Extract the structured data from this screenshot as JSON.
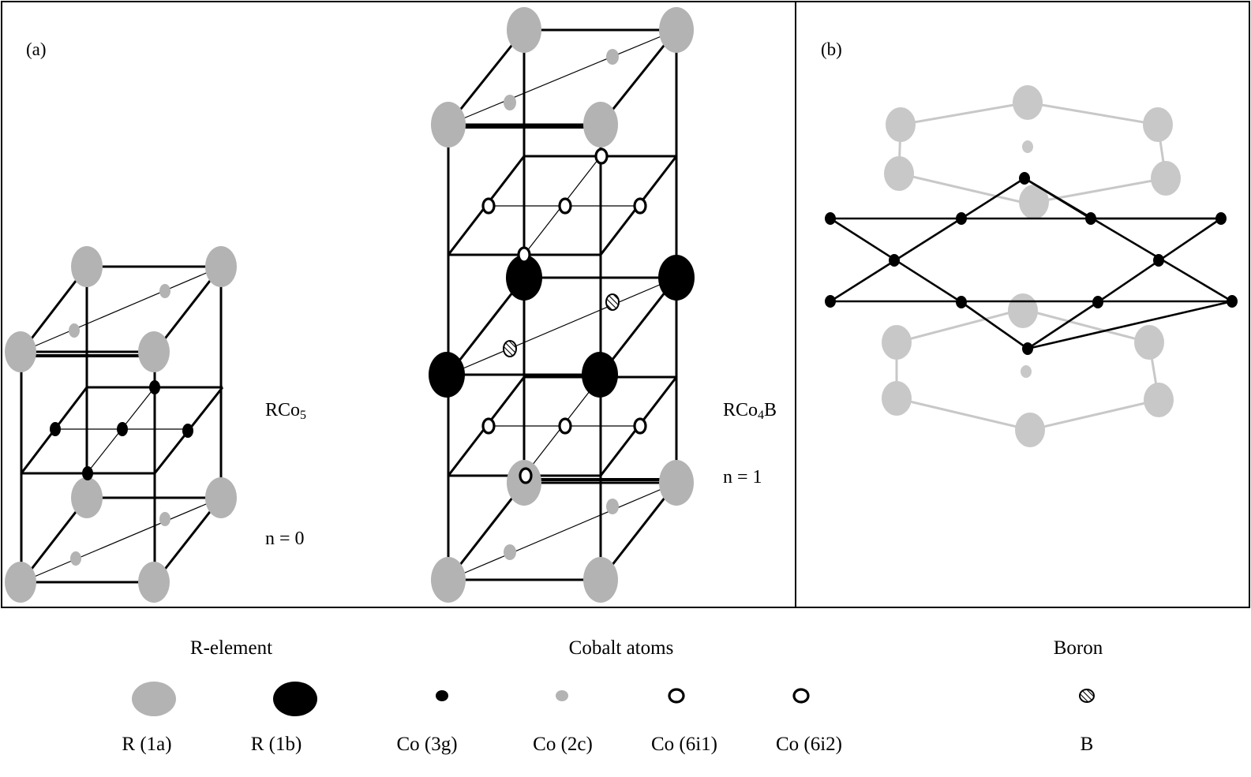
{
  "panels": {
    "a": {
      "label": "(a)"
    },
    "b": {
      "label": "(b)"
    }
  },
  "structures": [
    {
      "formula_main": "RCo",
      "formula_sub": "5",
      "formula_tail": "",
      "n_label": "n = 0"
    },
    {
      "formula_main": "RCo",
      "formula_sub": "4",
      "formula_tail": "B",
      "n_label": "n = 1"
    }
  ],
  "legend": {
    "groups": {
      "r_element": "R-element",
      "cobalt": "Cobalt atoms",
      "boron": "Boron"
    },
    "items": [
      {
        "key": "r1a",
        "label": "R (1a)",
        "icon": "large-gray-sphere",
        "color": "#b3b3b3"
      },
      {
        "key": "r1b",
        "label": "R (1b)",
        "icon": "large-black-sphere",
        "color": "#000000"
      },
      {
        "key": "co3g",
        "label": "Co (3g)",
        "icon": "small-black-dot",
        "color": "#000000"
      },
      {
        "key": "co2c",
        "label": "Co (2c)",
        "icon": "small-gray-dot",
        "color": "#b3b3b3"
      },
      {
        "key": "co6i1",
        "label": "Co (6i1)",
        "icon": "open-ring",
        "color": "#000000"
      },
      {
        "key": "co6i2",
        "label": "Co (6i2)",
        "icon": "open-ring",
        "color": "#000000"
      },
      {
        "key": "b",
        "label": "B",
        "icon": "hatched-dot",
        "color": "#000000"
      }
    ]
  },
  "colors": {
    "gray_atom": "#b3b3b3",
    "black": "#000000",
    "gray_bond": "#c8c8c8"
  }
}
